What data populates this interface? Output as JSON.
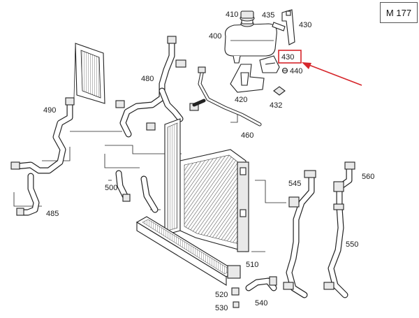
{
  "model_code": "M 177",
  "highlight_color": "#d6262b",
  "part_labels": {
    "p410": "410",
    "p435": "435",
    "p430a": "430",
    "p400": "400",
    "p430b": "430",
    "p440": "440",
    "p420": "420",
    "p432": "432",
    "p460": "460",
    "p480": "480",
    "p490": "490",
    "p500": "500",
    "p485": "485",
    "p545": "545",
    "p560": "560",
    "p550": "550",
    "p510": "510",
    "p520": "520",
    "p530": "530",
    "p540": "540"
  }
}
